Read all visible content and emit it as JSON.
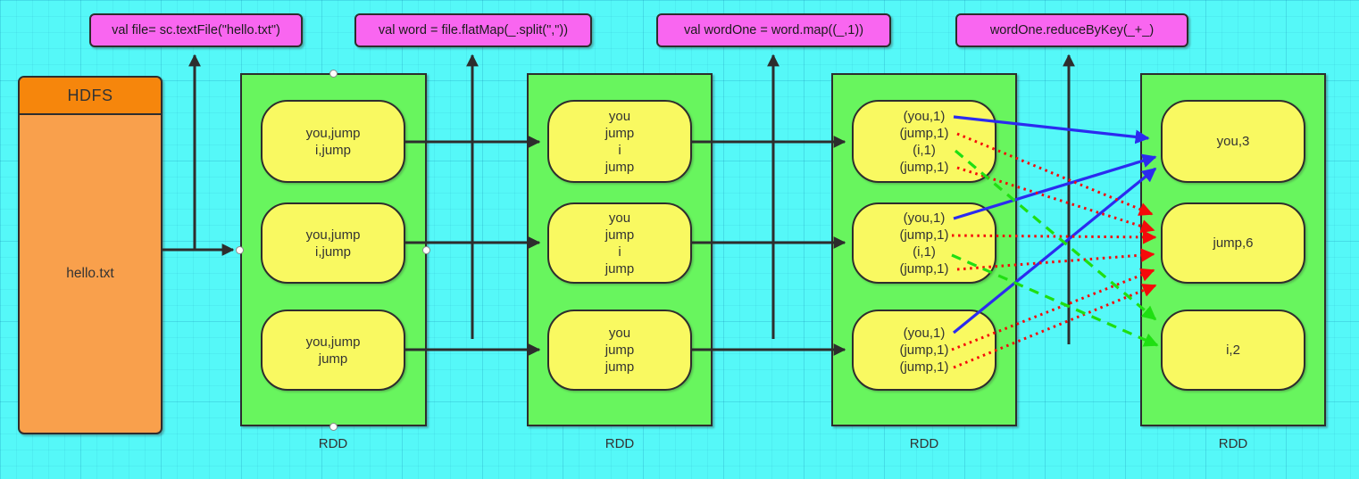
{
  "code_labels": [
    {
      "text": "val file= sc.textFile(\"hello.txt\")"
    },
    {
      "text": "val word = file.flatMap(_.split(\",\"))"
    },
    {
      "text": "val wordOne = word.map((_,1))"
    },
    {
      "text": "wordOne.reduceByKey(_+_)"
    }
  ],
  "hdfs": {
    "title": "HDFS",
    "file_name": "hello.txt"
  },
  "rdds": [
    {
      "label": "RDD",
      "partitions": [
        {
          "lines": [
            "you,jump",
            "i,jump"
          ]
        },
        {
          "lines": [
            "you,jump",
            "i,jump"
          ]
        },
        {
          "lines": [
            "you,jump",
            "jump"
          ]
        }
      ]
    },
    {
      "label": "RDD",
      "partitions": [
        {
          "lines": [
            "you",
            "jump",
            "i",
            "jump"
          ]
        },
        {
          "lines": [
            "you",
            "jump",
            "i",
            "jump"
          ]
        },
        {
          "lines": [
            "you",
            "jump",
            "jump"
          ]
        }
      ]
    },
    {
      "label": "RDD",
      "partitions": [
        {
          "lines": [
            "(you,1)",
            "(jump,1)",
            "(i,1)",
            "(jump,1)"
          ]
        },
        {
          "lines": [
            "(you,1)",
            "(jump,1)",
            "(i,1)",
            "(jump,1)"
          ]
        },
        {
          "lines": [
            "(you,1)",
            "(jump,1)",
            "(jump,1)"
          ]
        }
      ]
    },
    {
      "label": "RDD",
      "partitions": [
        {
          "lines": [
            "you,3"
          ]
        },
        {
          "lines": [
            "jump,6"
          ]
        },
        {
          "lines": [
            "i,2"
          ]
        }
      ]
    }
  ],
  "colors": {
    "background_cyan": "#55F8F8",
    "rdd_green": "#68F55E",
    "partition_yellow": "#F9F961",
    "hdfs_orange": "#F6860C",
    "hdfs_light_orange": "#F9A04C",
    "label_pink": "#F966F0",
    "stroke_dark": "#2D2D2D",
    "shuffle_arrow_blue": "#2B2BEF",
    "shuffle_arrow_red": "#F50A0A",
    "shuffle_arrow_green": "#1FDF12"
  }
}
